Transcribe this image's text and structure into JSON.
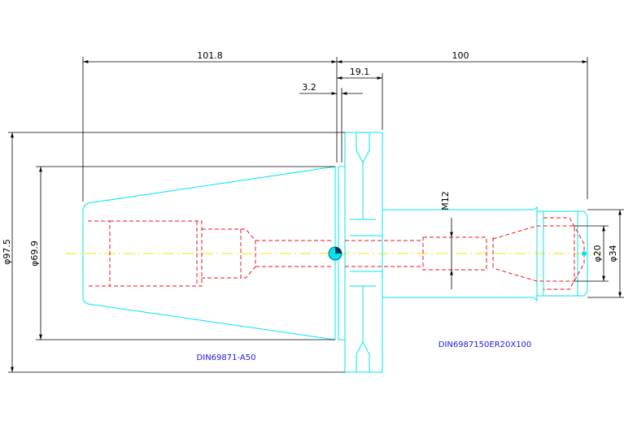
{
  "dimensions": {
    "length_a": "101.8",
    "length_b": "100",
    "flange_width": "19.1",
    "gap": "3.2",
    "dia_flange": "φ97.5",
    "dia_taper": "φ69.9",
    "thread": "M12",
    "dia_bore": "φ20",
    "dia_nose": "φ34"
  },
  "labels": {
    "taper_standard": "DIN69871-A50",
    "holder_model": "DIN6987150ER20X100"
  },
  "colors": {
    "outline": "#00e5ee",
    "hidden": "#e8141b",
    "dimension": "#000000",
    "centerline": "#f2e600",
    "label": "#1a1adf"
  }
}
